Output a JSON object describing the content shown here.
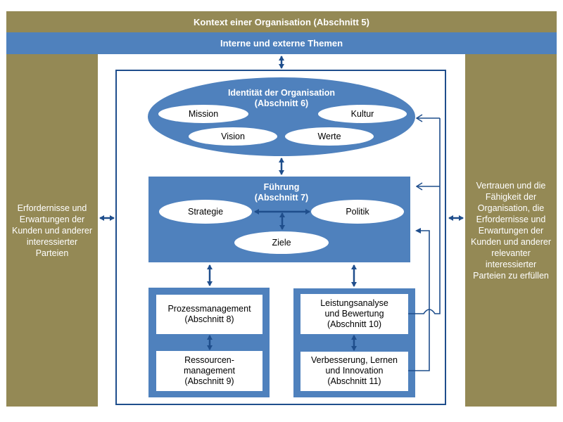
{
  "header": {
    "context_title": "Kontext einer Organisation (Abschnitt 5)",
    "themes_title": "Interne und externe Themen"
  },
  "left_panel": {
    "text": "Erfordernisse und Erwartungen der Kunden und anderer interessierter Parteien"
  },
  "right_panel": {
    "text": "Vertrauen und die Fähigkeit der Organisation, die Erfordernisse und Erwartungen der Kunden und anderer relevanter interessierter Parteien zu erfüllen"
  },
  "identity": {
    "title_line1": "Identität der Organisation",
    "title_line2": "(Abschnitt 6)",
    "items": [
      "Mission",
      "Kultur",
      "Vision",
      "Werte"
    ]
  },
  "leadership": {
    "title_line1": "Führung",
    "title_line2": "(Abschnitt 7)",
    "items": [
      "Strategie",
      "Politik",
      "Ziele"
    ]
  },
  "process_group": {
    "top": {
      "line1": "Prozessmanagement",
      "line2": "(Abschnitt 8)"
    },
    "bottom": {
      "line1": "Ressourcen-",
      "line2": "management",
      "line3": "(Abschnitt 9)"
    }
  },
  "performance_group": {
    "top": {
      "line1": "Leistungsanalyse",
      "line2": "und Bewertung",
      "line3": "(Abschnitt 10)"
    },
    "bottom": {
      "line1": "Verbesserung, Lernen",
      "line2": "und Innovation",
      "line3": "(Abschnitt 11)"
    }
  },
  "colors": {
    "olive": "#948955",
    "blue": "#4f81bd",
    "navy": "#1f4e8c",
    "white": "#ffffff"
  }
}
